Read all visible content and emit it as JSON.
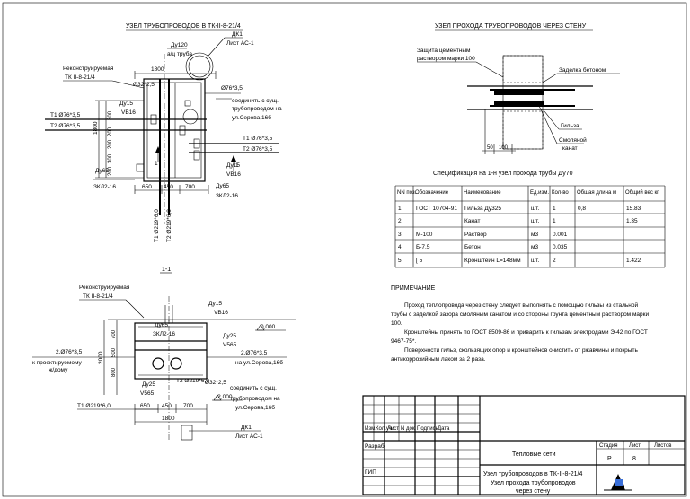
{
  "left": {
    "title": "УЗЕЛ ТРУБОПРОВОДОВ В ТК-II-8-21/4",
    "dk1_top": "ДК1",
    "list_top": "Лист АС-1",
    "du120": "Ду120",
    "ac_truba": "а/ц труба",
    "dim_1800_top": "1800",
    "recon1": "Реконструируемая",
    "recon2": "ТК II-8-21/4",
    "d32": "Ø32*2,5",
    "d76": "Ø76*3,5",
    "du15": "Ду15",
    "vb16": "VB16",
    "conn1": "соединить с сущ.",
    "conn2": "трубопроводом на",
    "conn3": "ул.Серова,16б",
    "t1_left": "Т1 Ø76*3,5",
    "t2_left": "Т2 Ø76*3,5",
    "t1_right": "Т1 Ø76*3,5",
    "t2_right": "Т2 Ø76*3,5",
    "dim_1800_v": "1800",
    "dims_v": [
      "300",
      "200",
      "200",
      "300",
      "200"
    ],
    "du65": "Ду65",
    "zkl": "ЗКЛ2-16",
    "du15b": "Ду15",
    "vb16b": "VB16",
    "du65b": "Ду65",
    "zkl_b": "ЗКЛ2-16",
    "dims_h": [
      "650",
      "450",
      "700"
    ],
    "t1_219": "Т1 Ø219*6,0",
    "t2_219": "Т2 Ø219*6,0",
    "one": "1"
  },
  "section": {
    "title": "1-1",
    "recon1": "Реконструируемая",
    "recon2": "ТК II-8-21/4",
    "du15": "Ду15",
    "vb16": "VB16",
    "du65": "Ду65",
    "zkl": "ЗКЛ2-16",
    "du25": "Ду25",
    "v565": "V565",
    "lvl0": "0,000",
    "t2_76_l": "2.Ø76*3,5",
    "to_proj1": "к проектируемому",
    "to_proj2": "ж/дому",
    "t2_76_r": "2.Ø76*3,5",
    "serova": "на ул.Серова,16б",
    "dims_v": [
      "2000",
      "700",
      "500",
      "800"
    ],
    "du25b": "Ду25",
    "v565b": "V565",
    "t2_219": "Т2 Ø219*6,0",
    "d32": "Ø32*2,5",
    "lvl2": "-2,000",
    "conn1": "соединить с сущ.",
    "conn2": "трубопроводом на",
    "conn3": "ул.Серова,16б",
    "t1_219": "Т1 Ø219*6,0",
    "dims_h": [
      "650",
      "450",
      "700"
    ],
    "dim_1800": "1800",
    "dk1": "ДК1",
    "list": "Лист АС-1"
  },
  "wall": {
    "title": "УЗЕЛ ПРОХОДА ТРУБОПРОВОДОВ ЧЕРЕЗ СТЕНУ",
    "protect1": "Защита цементным",
    "protect2": "раствором марки 100",
    "concrete": "Заделка бетоном",
    "sleeve": "Гильза",
    "rope1": "Смоляной",
    "rope2": "канат",
    "dim50": "50",
    "dim100": "100"
  },
  "spec": {
    "title": "Спецификация на 1-н узел прохода трубы Ду70",
    "headers": [
      "NN поз.",
      "Обозначение",
      "Наименование",
      "Ед.изм.",
      "Кол-во",
      "Общая длина м",
      "Общий вес кг"
    ],
    "rows": [
      [
        "1",
        "ГОСТ 10704-91",
        "Гильза Ду325",
        "шт.",
        "1",
        "0,8",
        "15.83"
      ],
      [
        "2",
        "",
        "Канат",
        "шт.",
        "1",
        "",
        "1.35"
      ],
      [
        "3",
        "М-100",
        "Раствор",
        "м3",
        "0.001",
        "",
        ""
      ],
      [
        "4",
        "Б-7.5",
        "Бетон",
        "м3",
        "0.035",
        "",
        ""
      ],
      [
        "5",
        "[ 5",
        "Кронштейн L=148мм",
        "шт.",
        "2",
        "",
        "1.422"
      ]
    ]
  },
  "notes": {
    "title": "ПРИМЕЧАНИЕ",
    "lines": [
      "Проход теплопровода через стену следует выполнять с помощью гильзы из стальной",
      "трубы с заделкой зазора смоляным канатом и со стороны грунта цементным раствором марки",
      "100.",
      "Кронштейны принять по ГОСТ 8509-86 и приварить к гильзам электродами Э-42 по ГОСТ",
      "9467-75*.",
      "Поверхности гильз, скользящих опор и кронштейнов очистить от ржавчины и покрыть",
      "антикоррозийным лаком за 2 раза."
    ]
  },
  "stamp": {
    "col_heads": [
      "Изм.",
      "Кол.уч.",
      "Лист",
      "N док.",
      "Подпись",
      "Дата"
    ],
    "razrab": "Разраб.",
    "gip": "ГИП",
    "project": "Тепловые сети",
    "h_stage": "Стадия",
    "h_sheet": "Лист",
    "h_sheets": "Листов",
    "stage": "Р",
    "sheet": "8",
    "desc1": "Узел трубопроводов в ТК-II-8-21/4",
    "desc2": "Узел прохода трубопроводов",
    "desc3": "через стену"
  }
}
